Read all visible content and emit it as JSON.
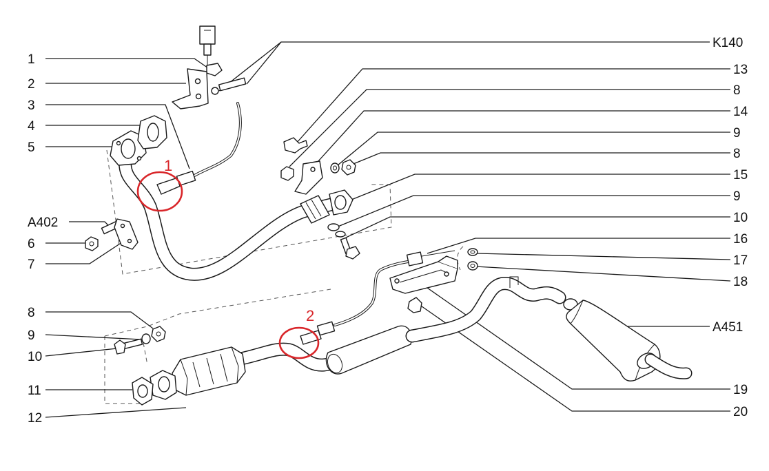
{
  "labels_left": [
    "1",
    "2",
    "3",
    "4",
    "5",
    "A402",
    "6",
    "7",
    "8",
    "9",
    "10",
    "11",
    "12"
  ],
  "labels_right": [
    "K140",
    "13",
    "8",
    "14",
    "9",
    "8",
    "15",
    "9",
    "10",
    "16",
    "17",
    "18",
    "A451",
    "19",
    "20"
  ],
  "highlights": [
    {
      "number": "1",
      "target": "front oxygen sensor"
    },
    {
      "number": "2",
      "target": "rear oxygen sensor"
    }
  ],
  "colors": {
    "highlight": "#d9262a",
    "line": "#1a1a1a",
    "background": "#ffffff"
  }
}
